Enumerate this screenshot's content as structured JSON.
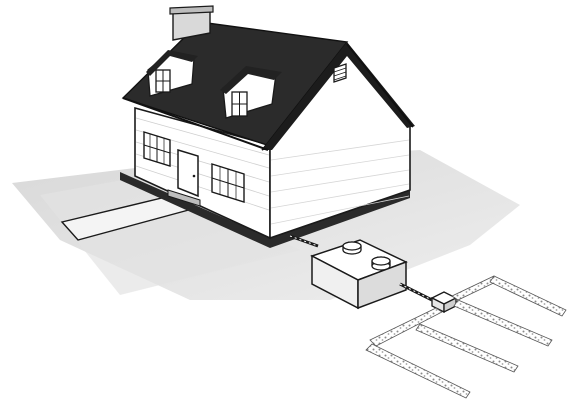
{
  "figure": {
    "components": [
      "house",
      "chimney",
      "dormer-window",
      "dormer-window",
      "gable-vent",
      "front-door",
      "window",
      "window",
      "window",
      "front-walkway",
      "sewer-line",
      "septic-tank",
      "inspection-lid",
      "inspection-lid",
      "distribution-box",
      "drain-field-line",
      "drain-field-line",
      "drain-field-line",
      "drain-field-line"
    ],
    "colors": {
      "ink": "#1a1a1a",
      "roof": "#2b2b2b",
      "wall": "#ffffff",
      "ground_shade": "#d8d8d8",
      "ground_light": "#ebebeb",
      "gravel": "#9a9a9a"
    },
    "drain_field": {
      "line_count": 4
    }
  }
}
